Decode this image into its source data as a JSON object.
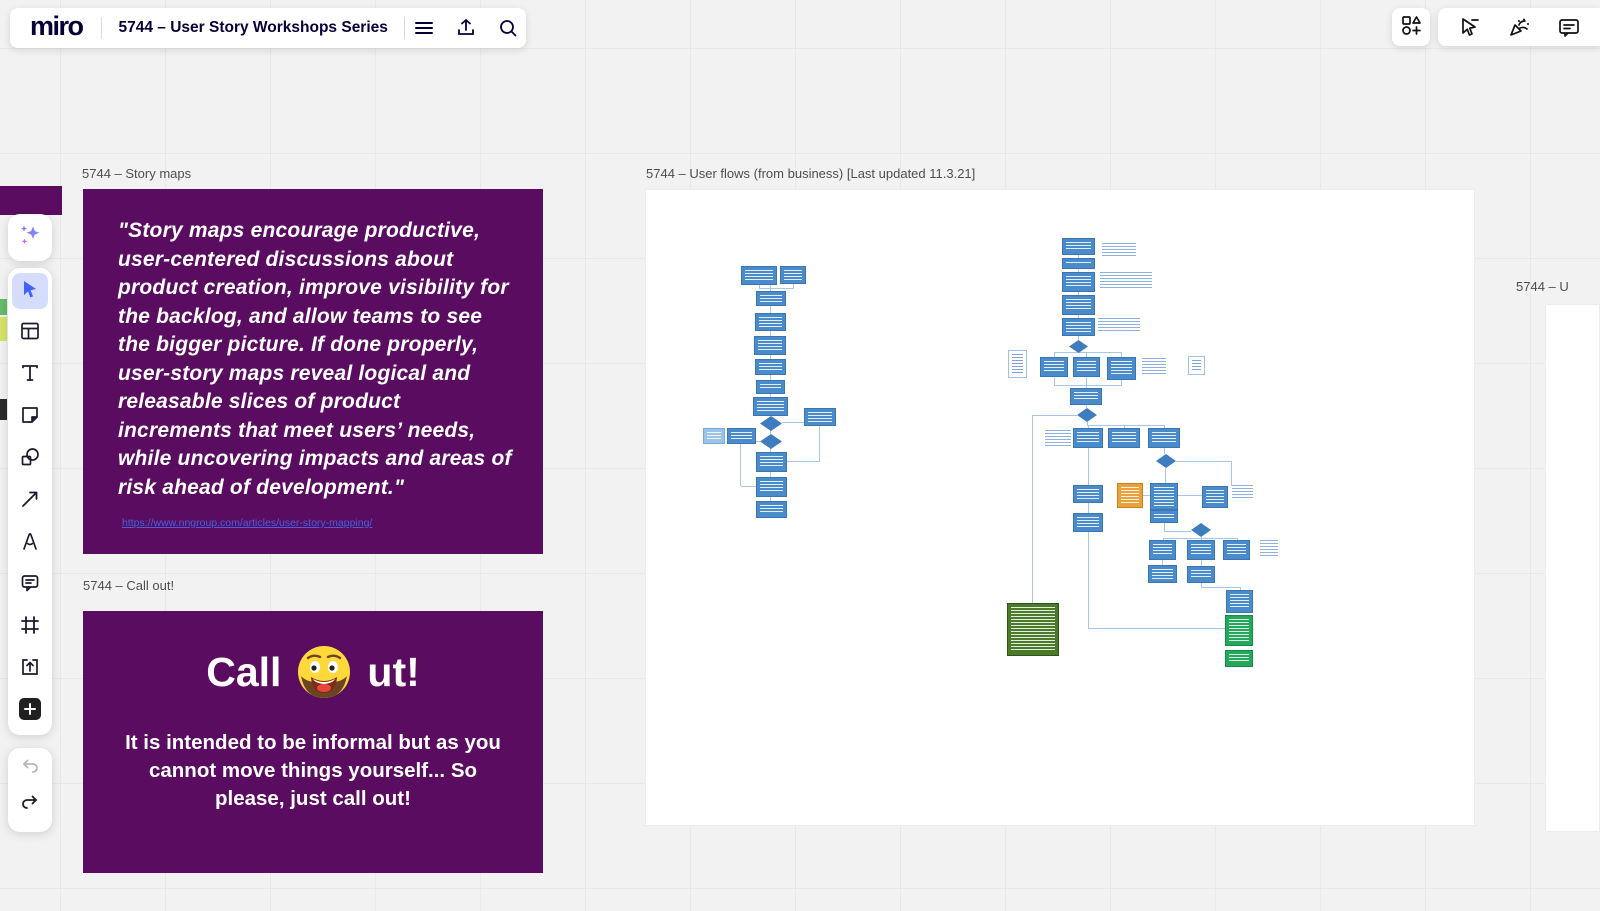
{
  "header": {
    "logo": "miro",
    "board_title": "5744 – User Story Workshops Series",
    "icons": [
      "menu-icon",
      "export-icon",
      "search-icon"
    ]
  },
  "top_right": {
    "icons": [
      "frames-panel-icon",
      "hide-cursors-icon",
      "reactions-icon",
      "comments-icon"
    ]
  },
  "left_toolbar": {
    "tools": [
      "ai-assist",
      "select (active)",
      "templates",
      "text",
      "sticky-note",
      "shapes",
      "connection-line",
      "pen",
      "comment",
      "frame",
      "upload",
      "more-tools",
      "undo (disabled)",
      "redo"
    ]
  },
  "frames": {
    "story_maps": {
      "label": "5744 – Story maps",
      "quote": "\"Story maps encourage productive, user-centered discussions about product creation, improve visibility for the backlog, and allow teams to see the bigger picture. If done properly, user-story maps reveal logical and releasable slices of product increments that meet users’ needs, while uncovering impacts and areas of risk ahead of development.\"",
      "link": "https://www.nngroup.com/articles/user-story-mapping/"
    },
    "call_out": {
      "label": "5744 – Call out!",
      "title_pre": "Call",
      "title_post": "ut!",
      "emoji": "bearded-smiley-emoji",
      "body": "It is intended to be informal but as you cannot move things yourself... So please, just call out!"
    },
    "user_flows": {
      "label": "5744 – User flows (from business) [Last updated 11.3.21]"
    },
    "partial_right": {
      "label": "5744 – U"
    }
  },
  "palette": {
    "purple": "#5a0d60",
    "blue_node": "#4a8ccb",
    "diamond": "#3e7cc0",
    "orange": "#e9a23b",
    "green": "#24a85c",
    "dark_green": "#4c7a2b",
    "line": "#a8c6e6",
    "accent": "#4262ff"
  },
  "flow": {
    "nodes": [
      [
        741,
        266,
        36,
        19,
        "b"
      ],
      [
        780,
        266,
        26,
        18,
        "b"
      ],
      [
        756,
        291,
        30,
        15,
        "b"
      ],
      [
        755,
        313,
        31,
        18,
        "b"
      ],
      [
        754,
        336,
        32,
        19,
        "b"
      ],
      [
        755,
        359,
        31,
        16,
        "b"
      ],
      [
        756,
        380,
        29,
        14,
        "b"
      ],
      [
        753,
        397,
        35,
        19,
        "b"
      ],
      [
        760,
        416,
        22,
        15,
        "d"
      ],
      [
        760,
        434,
        22,
        15,
        "d"
      ],
      [
        804,
        408,
        32,
        18,
        "b"
      ],
      [
        703,
        428,
        22,
        16,
        "l"
      ],
      [
        727,
        428,
        29,
        16,
        "b"
      ],
      [
        756,
        452,
        31,
        20,
        "b"
      ],
      [
        756,
        477,
        31,
        20,
        "b"
      ],
      [
        756,
        501,
        31,
        17,
        "b"
      ],
      [
        1062,
        238,
        33,
        17,
        "b"
      ],
      [
        1062,
        258,
        33,
        11,
        "b"
      ],
      [
        1062,
        272,
        33,
        20,
        "b"
      ],
      [
        1062,
        295,
        33,
        20,
        "b"
      ],
      [
        1062,
        318,
        33,
        18,
        "b"
      ],
      [
        1069,
        340,
        19,
        13,
        "d"
      ],
      [
        1008,
        350,
        19,
        28,
        "n"
      ],
      [
        1040,
        357,
        28,
        20,
        "b"
      ],
      [
        1073,
        357,
        27,
        20,
        "b"
      ],
      [
        1107,
        357,
        29,
        23,
        "b"
      ],
      [
        1188,
        356,
        17,
        19,
        "n"
      ],
      [
        1070,
        388,
        32,
        17,
        "b"
      ],
      [
        1077,
        408,
        20,
        14,
        "d"
      ],
      [
        1073,
        428,
        30,
        20,
        "b"
      ],
      [
        1108,
        428,
        32,
        20,
        "b"
      ],
      [
        1148,
        428,
        32,
        20,
        "b"
      ],
      [
        1156,
        454,
        20,
        14,
        "d"
      ],
      [
        1073,
        485,
        30,
        18,
        "b"
      ],
      [
        1073,
        513,
        30,
        19,
        "b"
      ],
      [
        1117,
        483,
        26,
        25,
        "o"
      ],
      [
        1150,
        483,
        28,
        27,
        "b"
      ],
      [
        1150,
        510,
        28,
        13,
        "b"
      ],
      [
        1202,
        486,
        26,
        22,
        "b"
      ],
      [
        1191,
        523,
        20,
        14,
        "d"
      ],
      [
        1149,
        540,
        27,
        20,
        "b"
      ],
      [
        1187,
        540,
        28,
        20,
        "b"
      ],
      [
        1223,
        540,
        27,
        20,
        "b"
      ],
      [
        1148,
        565,
        29,
        18,
        "b"
      ],
      [
        1187,
        566,
        28,
        17,
        "b"
      ],
      [
        1226,
        590,
        27,
        23,
        "b"
      ],
      [
        1225,
        615,
        28,
        31,
        "g"
      ],
      [
        1225,
        650,
        28,
        17,
        "g"
      ],
      [
        1007,
        603,
        52,
        53,
        "k"
      ]
    ],
    "lines": [
      [
        759,
        288,
        35,
        1
      ],
      [
        759,
        285,
        1,
        4
      ],
      [
        793,
        284,
        1,
        4
      ],
      [
        770,
        285,
        1,
        131
      ],
      [
        770,
        430,
        1,
        4
      ],
      [
        770,
        448,
        1,
        53
      ],
      [
        782,
        422,
        22,
        1
      ],
      [
        819,
        426,
        1,
        36
      ],
      [
        787,
        461,
        32,
        1
      ],
      [
        755,
        441,
        5,
        1
      ],
      [
        740,
        444,
        1,
        42
      ],
      [
        741,
        486,
        15,
        1
      ],
      [
        1078,
        255,
        1,
        85
      ],
      [
        1054,
        352,
        68,
        1
      ],
      [
        1054,
        352,
        1,
        5
      ],
      [
        1086,
        353,
        1,
        4
      ],
      [
        1121,
        352,
        1,
        5
      ],
      [
        1054,
        377,
        1,
        9
      ],
      [
        1086,
        377,
        1,
        11
      ],
      [
        1121,
        380,
        1,
        6
      ],
      [
        1054,
        385,
        68,
        1
      ],
      [
        1086,
        405,
        1,
        3
      ],
      [
        1087,
        422,
        1,
        4
      ],
      [
        1088,
        425,
        77,
        1
      ],
      [
        1088,
        425,
        1,
        3
      ],
      [
        1124,
        425,
        1,
        3
      ],
      [
        1164,
        425,
        1,
        3
      ],
      [
        1032,
        415,
        45,
        1
      ],
      [
        1032,
        415,
        1,
        188
      ],
      [
        1164,
        448,
        1,
        6
      ],
      [
        1165,
        468,
        1,
        15
      ],
      [
        1176,
        461,
        56,
        1
      ],
      [
        1231,
        461,
        1,
        25
      ],
      [
        1088,
        448,
        1,
        37
      ],
      [
        1088,
        503,
        1,
        10
      ],
      [
        1088,
        532,
        1,
        96
      ],
      [
        1088,
        628,
        137,
        1
      ],
      [
        1143,
        495,
        7,
        1
      ],
      [
        1178,
        495,
        24,
        1
      ],
      [
        1164,
        523,
        1,
        9
      ],
      [
        1164,
        531,
        27,
        1
      ],
      [
        1201,
        537,
        1,
        3
      ],
      [
        1163,
        538,
        75,
        1
      ],
      [
        1163,
        538,
        1,
        2
      ],
      [
        1237,
        538,
        1,
        2
      ],
      [
        1162,
        560,
        1,
        5
      ],
      [
        1201,
        560,
        1,
        6
      ],
      [
        1201,
        583,
        1,
        5
      ],
      [
        1201,
        587,
        39,
        1
      ],
      [
        1240,
        587,
        1,
        3
      ]
    ],
    "annotations": [
      [
        1102,
        243,
        34,
        14
      ],
      [
        1100,
        272,
        52,
        16
      ],
      [
        1098,
        318,
        42,
        14
      ],
      [
        1142,
        358,
        24,
        17
      ],
      [
        1045,
        430,
        26,
        17
      ],
      [
        1232,
        485,
        21,
        15
      ],
      [
        1260,
        540,
        18,
        17
      ]
    ]
  }
}
